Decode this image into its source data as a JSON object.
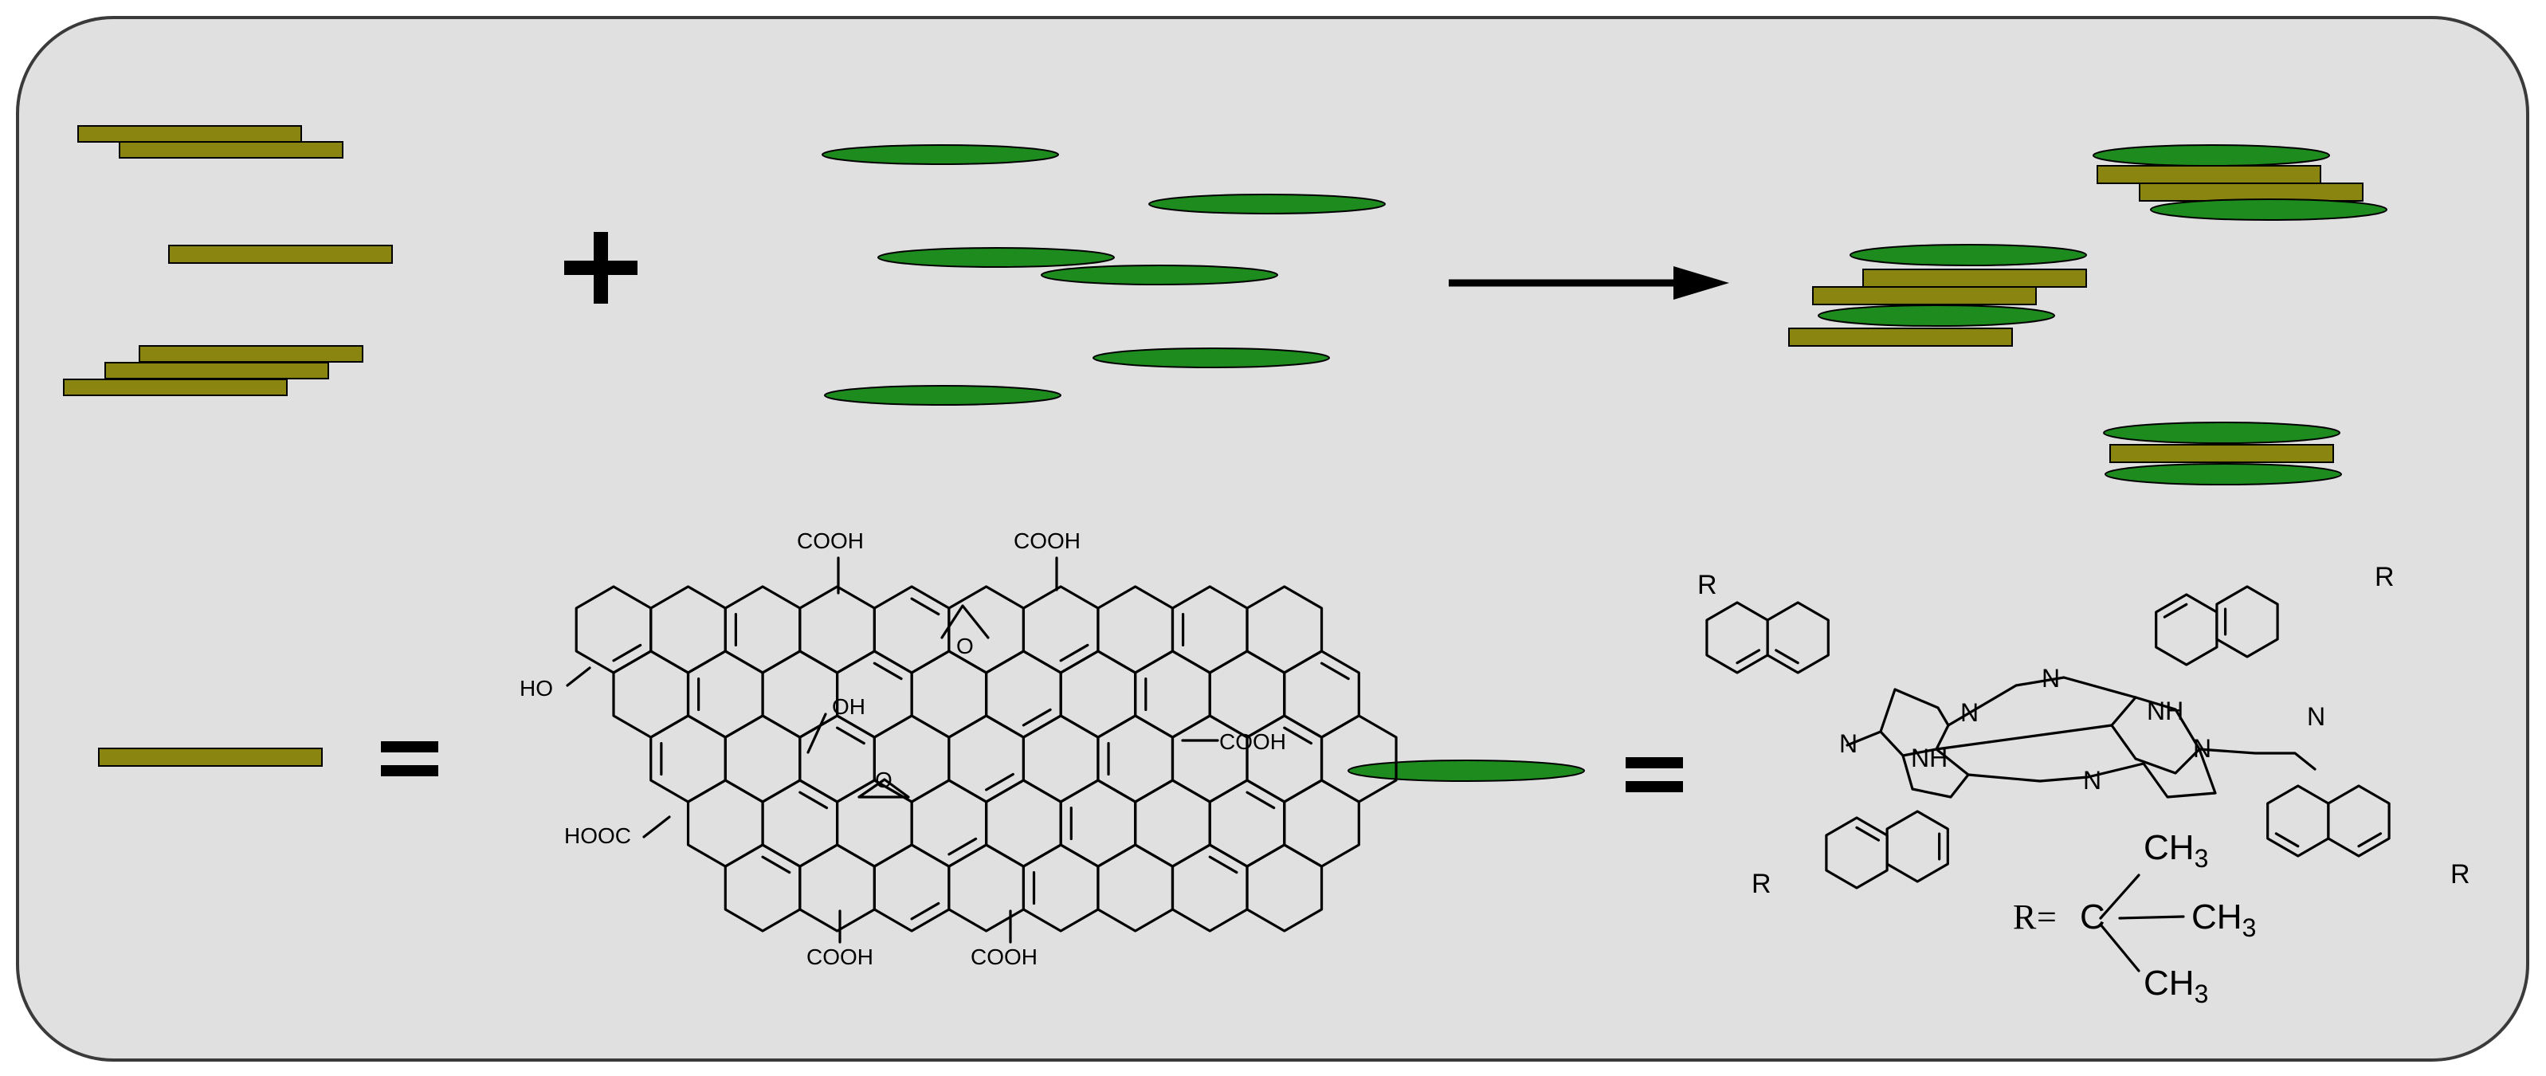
{
  "colors": {
    "panel_fill": "#e0e0e0",
    "panel_stroke": "#3a3a3a",
    "graphene_sheet": "#8a8510",
    "phthalocyanine_disc": "#1d8b1d"
  },
  "top_row": {
    "plus_symbol": "+",
    "arrow": "reaction-arrow"
  },
  "legend": {
    "graphene_equals": "=",
    "phthalocyanine_equals": "="
  },
  "graphene_oxide": {
    "groups": {
      "cooh_top_left": "COOH",
      "cooh_top_right": "COOH",
      "cooh_right": "COOH",
      "cooh_bottom_left": "COOH",
      "cooh_bottom_right": "COOH",
      "hooc_left": "HOOC",
      "ho_left": "HO",
      "oh_center": "OH",
      "o_epoxide_top": "O",
      "o_epoxide_center": "O"
    }
  },
  "phthalocyanine": {
    "r_labels": [
      "R",
      "R",
      "R",
      "R"
    ],
    "n_labels": [
      "N",
      "N",
      "N",
      "N",
      "N",
      "N"
    ],
    "nh_labels": [
      "NH",
      "NH"
    ],
    "r_definition": {
      "r": "R",
      "equals": "=",
      "carbon": "C",
      "methyl_top": "CH",
      "methyl_right": "CH",
      "methyl_bottom": "CH",
      "subscript": "3"
    }
  }
}
